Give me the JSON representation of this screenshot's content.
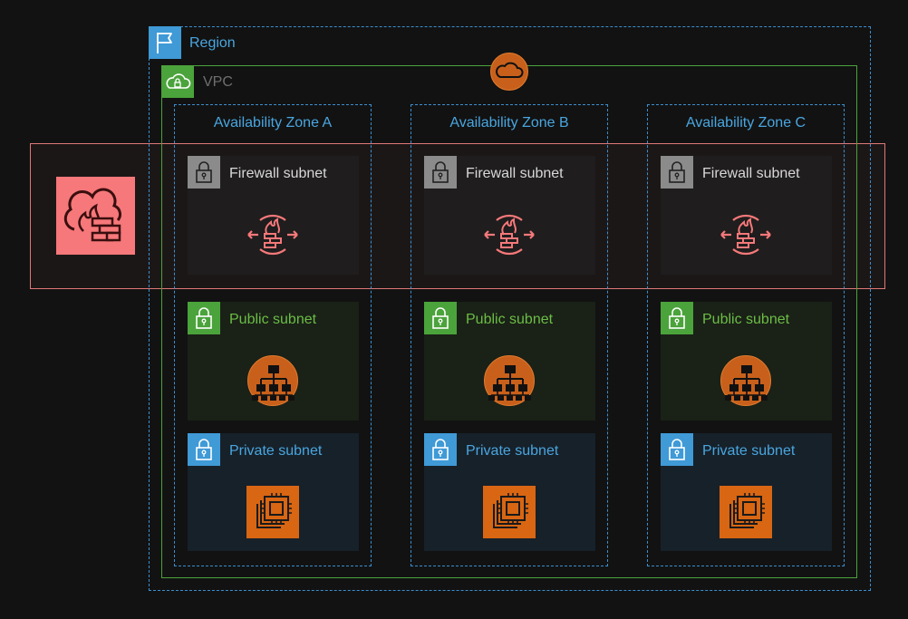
{
  "region": {
    "label": "Region",
    "icon": "flag-icon"
  },
  "vpc": {
    "label": "VPC",
    "icon": "cloud-lock-icon"
  },
  "internet_gateway": {
    "icon": "cloud-icon"
  },
  "firewall_service": {
    "icon": "network-firewall-icon",
    "color": "#f6787a"
  },
  "zones": [
    {
      "label": "Availability Zone A",
      "firewall_subnet": "Firewall subnet",
      "public_subnet": "Public subnet",
      "private_subnet": "Private subnet"
    },
    {
      "label": "Availability Zone B",
      "firewall_subnet": "Firewall subnet",
      "public_subnet": "Public subnet",
      "private_subnet": "Private subnet"
    },
    {
      "label": "Availability Zone C",
      "firewall_subnet": "Firewall subnet",
      "public_subnet": "Public subnet",
      "private_subnet": "Private subnet"
    }
  ],
  "colors": {
    "region": "#3f9ad6",
    "vpc": "#4ba33b",
    "firewall_band": "#e07878",
    "compute": "#d86613"
  }
}
